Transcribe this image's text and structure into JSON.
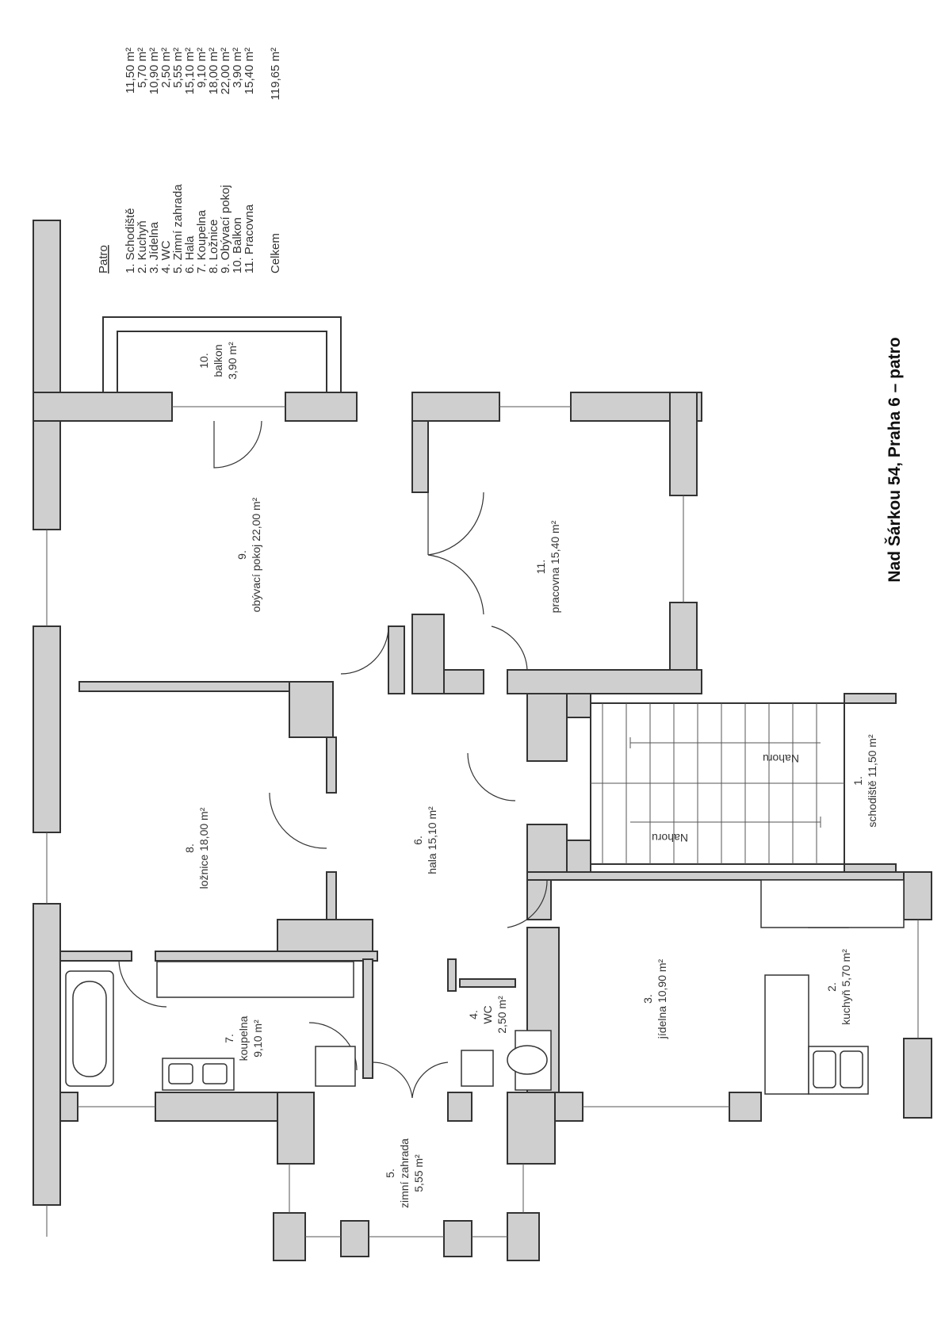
{
  "title": "Nad Šárkou 54, Praha 6 – patro",
  "legend": {
    "heading": "Patro",
    "items": [
      {
        "label": "1.  Schodiště",
        "area": "11,50 m²"
      },
      {
        "label": "2.  Kuchyň",
        "area": "5,70 m²"
      },
      {
        "label": "3.  Jídelna",
        "area": "10,90 m²"
      },
      {
        "label": "4.  WC",
        "area": "2,50 m²"
      },
      {
        "label": "5.  Zimní zahrada",
        "area": "5,55 m²"
      },
      {
        "label": "6.  Hala",
        "area": "15,10 m²"
      },
      {
        "label": "7.  Koupelna",
        "area": "9,10 m²"
      },
      {
        "label": "8.  Ložnice",
        "area": "18,00 m²"
      },
      {
        "label": "9.  Obývací pokoj",
        "area": "22,00 m²"
      },
      {
        "label": "10. Balkon",
        "area": "3,90 m²"
      },
      {
        "label": "11. Pracovna",
        "area": "15,40 m²"
      }
    ],
    "total_label": "Celkem",
    "total_area": "119,65 m²"
  },
  "rooms": {
    "r1": {
      "num": "1.",
      "label": "schodiště 11,50 m²"
    },
    "r2": {
      "num": "2.",
      "label": "kuchyň 5,70 m²"
    },
    "r3": {
      "num": "3.",
      "label": "jídelna 10,90 m²"
    },
    "r4": {
      "num": "4.",
      "label": "WC",
      "area": "2,50 m²"
    },
    "r5": {
      "num": "5.",
      "label": "zimní zahrada",
      "area": "5,55 m²"
    },
    "r6": {
      "num": "6.",
      "label": "hala 15,10 m²"
    },
    "r7": {
      "num": "7.",
      "label": "koupelna",
      "area": "9,10 m²"
    },
    "r8": {
      "num": "8.",
      "label": "ložnice 18,00 m²"
    },
    "r9": {
      "num": "9.",
      "label": "obývací pokoj 22,00 m²"
    },
    "r10": {
      "num": "10.",
      "label": "balkon",
      "area": "3,90 m²"
    },
    "r11": {
      "num": "11.",
      "label": "pracovna 15,40 m²"
    }
  },
  "stairs": {
    "label_a": "Nahoru",
    "label_b": "Nahoru"
  }
}
